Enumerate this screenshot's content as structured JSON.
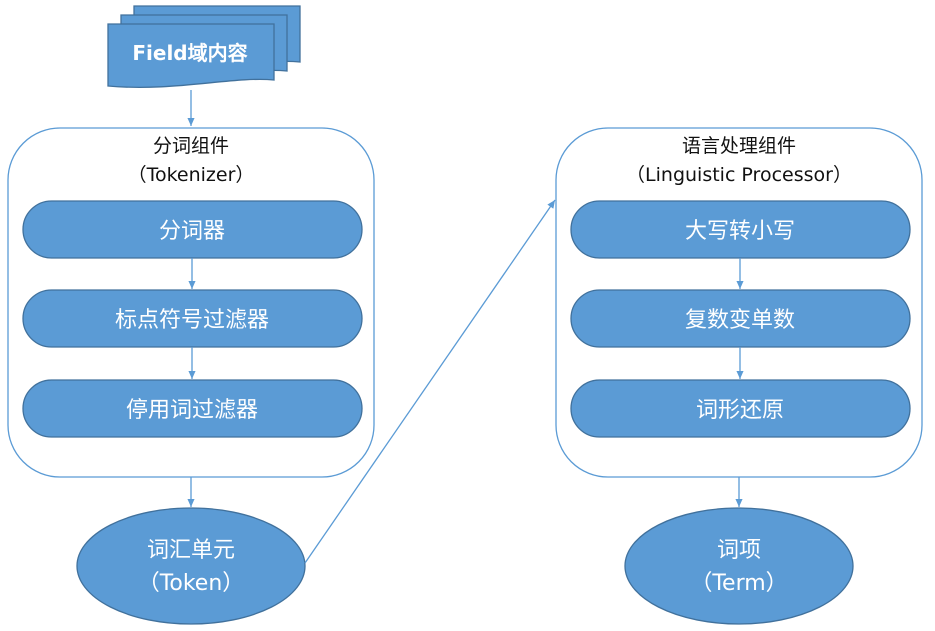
{
  "input_doc": {
    "label": "Field域内容"
  },
  "tokenizer": {
    "title": "分词组件",
    "subtitle": "（Tokenizer）",
    "steps": [
      "分词器",
      "标点符号过滤器",
      "停用词过滤器"
    ]
  },
  "token": {
    "line1": "词汇单元",
    "line2": "（Token）"
  },
  "linguistic": {
    "title": "语言处理组件",
    "subtitle": "（Linguistic Processor）",
    "steps": [
      "大写转小写",
      "复数变单数",
      "词形还原"
    ]
  },
  "term": {
    "line1": "词项",
    "line2": "（Term）"
  },
  "colors": {
    "fill": "#5b9bd5",
    "stroke": "#41719c",
    "text_on_fill": "#ffffff",
    "text_dark": "#111111"
  }
}
